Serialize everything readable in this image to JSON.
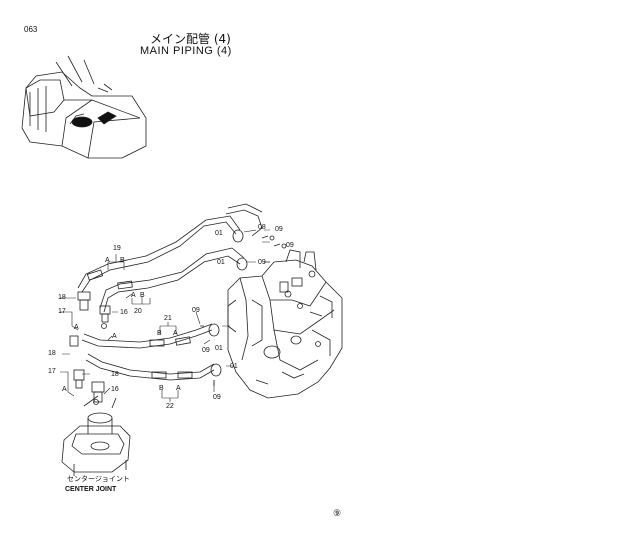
{
  "header": {
    "page_number": "063",
    "title_jp": "メイン配管 (4)",
    "title_en": "MAIN  PIPING (4)"
  },
  "callouts": [
    {
      "key": "c19",
      "text": "19"
    },
    {
      "key": "c19a",
      "text": "A"
    },
    {
      "key": "c19b",
      "text": "B"
    },
    {
      "key": "c18a",
      "text": "18"
    },
    {
      "key": "c17a",
      "text": "17"
    },
    {
      "key": "cAa",
      "text": "A"
    },
    {
      "key": "c16",
      "text": "16"
    },
    {
      "key": "cA16",
      "text": "A"
    },
    {
      "key": "cA20",
      "text": "A"
    },
    {
      "key": "cB20",
      "text": "B"
    },
    {
      "key": "c20",
      "text": "20"
    },
    {
      "key": "c18b",
      "text": "18"
    },
    {
      "key": "c21",
      "text": "21"
    },
    {
      "key": "cB21",
      "text": "B"
    },
    {
      "key": "cA21",
      "text": "A"
    },
    {
      "key": "c17b",
      "text": "17"
    },
    {
      "key": "cAb",
      "text": "A"
    },
    {
      "key": "c18c",
      "text": "18"
    },
    {
      "key": "c16b",
      "text": "16"
    },
    {
      "key": "cB22",
      "text": "B"
    },
    {
      "key": "cA22",
      "text": "A"
    },
    {
      "key": "c22",
      "text": "22"
    },
    {
      "key": "c01a",
      "text": "01"
    },
    {
      "key": "c08a",
      "text": "08"
    },
    {
      "key": "c09a",
      "text": "09"
    },
    {
      "key": "c09b",
      "text": "09"
    },
    {
      "key": "c01b",
      "text": "01"
    },
    {
      "key": "c09c",
      "text": "09"
    },
    {
      "key": "c09d",
      "text": "09"
    },
    {
      "key": "c01c",
      "text": "01"
    },
    {
      "key": "c09e",
      "text": "09"
    },
    {
      "key": "c01d",
      "text": "01"
    },
    {
      "key": "c09f",
      "text": "09"
    }
  ],
  "center_joint": {
    "label_jp": "センタージョイント",
    "label_en": "CENTER JOINT"
  },
  "footer_mark": "⑨"
}
